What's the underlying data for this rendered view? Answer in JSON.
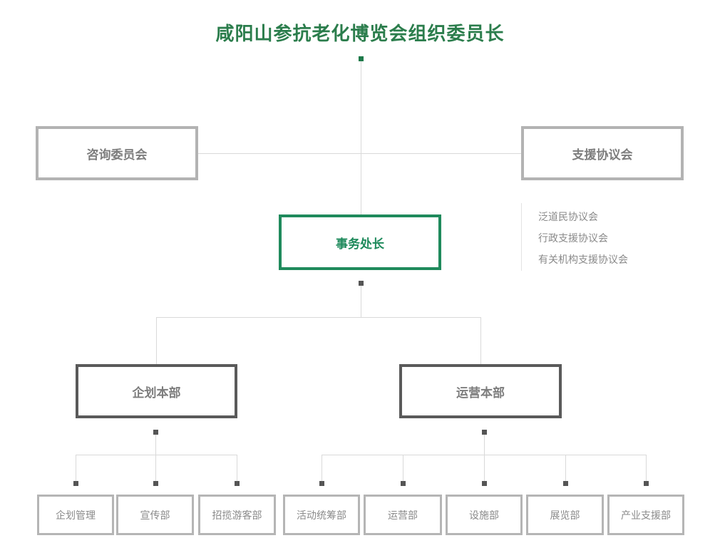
{
  "title": "咸阳山参抗老化博览会组织委员长",
  "top_row": {
    "advisory_committee": "咨询委员会",
    "support_council": "支援协议会"
  },
  "director": "事务处长",
  "support_council_members": [
    "泛道民协议会",
    "行政支援协议会",
    "有关机构支援协议会"
  ],
  "headquarters": {
    "planning": "企划本部",
    "operations": "运营本部"
  },
  "departments": {
    "planning": [
      "企划管理",
      "宣传部",
      "招揽游客部"
    ],
    "operations": [
      "活动统筹部",
      "运营部",
      "设施部",
      "展览部",
      "产业支援部"
    ]
  },
  "colors": {
    "title_green": "#2b7d4c",
    "accent_green": "#1f8a5c",
    "dot_green": "#1d7a4a",
    "dot_dark": "#555555",
    "border_gray": "#b3b3b3",
    "border_dark": "#5a5a5a",
    "text_gray": "#7d7d7d",
    "text_light_gray": "#8a8a8a",
    "line_gray": "#d9d9d9"
  }
}
